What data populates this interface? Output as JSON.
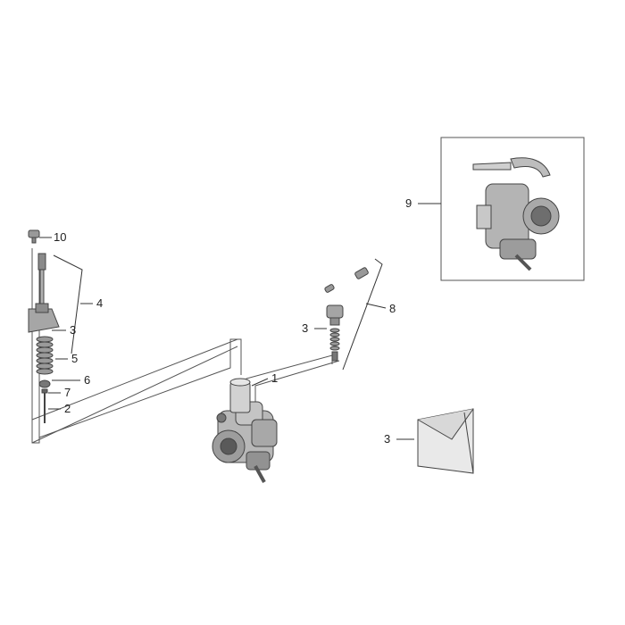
{
  "diagram": {
    "callouts": {
      "c1": "1",
      "c2": "2",
      "c3a": "3",
      "c3b": "3",
      "c3c": "3",
      "c4": "4",
      "c5": "5",
      "c6": "6",
      "c7": "7",
      "c8": "8",
      "c9": "9",
      "c10": "10"
    }
  }
}
